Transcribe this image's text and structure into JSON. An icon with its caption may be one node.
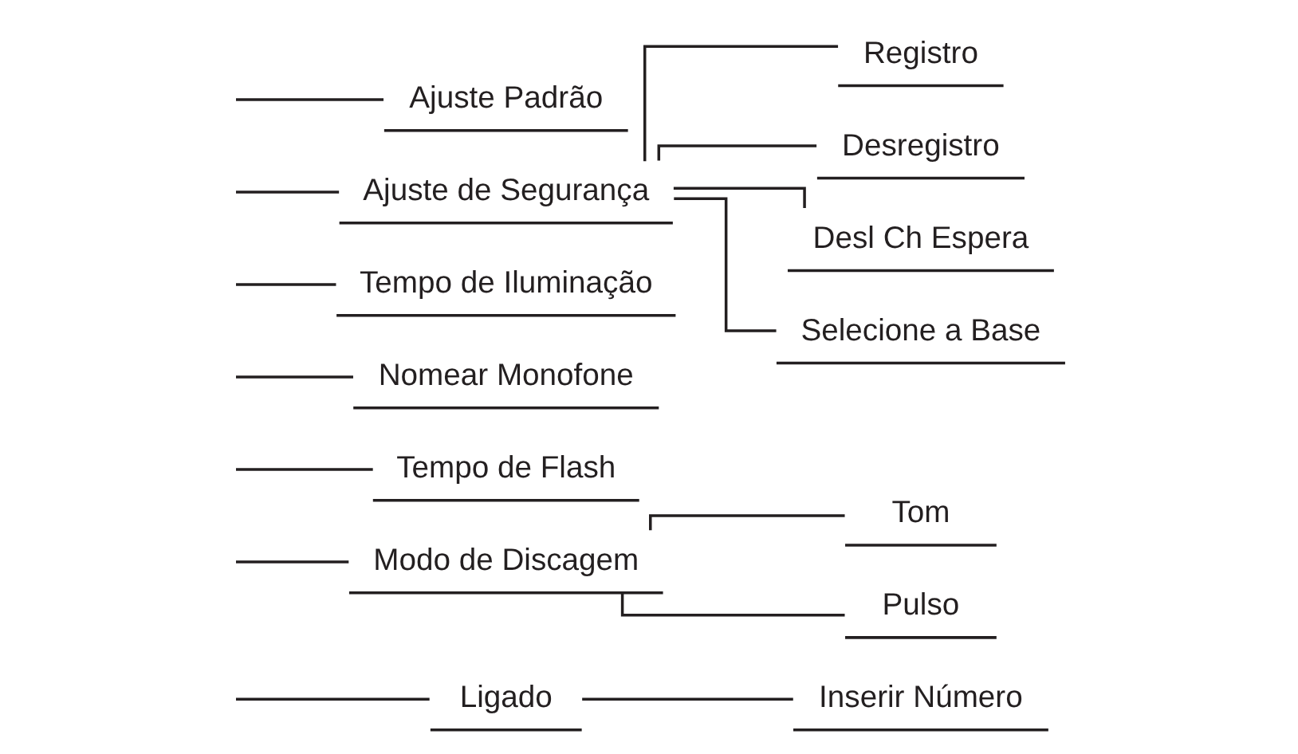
{
  "diagram": {
    "nodes": [
      {
        "text": [
          "Ligado"
        ]
      },
      {
        "text": [
          "Inserir Número"
        ]
      },
      {
        "text": [
          "Modo de Discagem"
        ]
      },
      {
        "text": [
          "Tom"
        ]
      },
      {
        "text": [
          "Pulso"
        ]
      },
      {
        "text": [
          "Tempo de Flash"
        ]
      },
      {
        "text": [
          "Nomear Monofone"
        ]
      },
      {
        "text": [
          "Tempo de Iluminação"
        ]
      },
      {
        "text": [
          "Ajuste de Segurança"
        ]
      },
      {
        "text": [
          "Registro"
        ]
      },
      {
        "text": [
          "Desregistro"
        ]
      },
      {
        "text": [
          "Desl Ch Espera"
        ]
      },
      {
        "text": [
          "Selecione a Base"
        ]
      },
      {
        "text": [
          "Ajuste Padrão"
        ]
      }
    ],
    "edges": [
      {
        "from": null,
        "to": 0,
        "arrow": "none"
      },
      {
        "from": 0,
        "to": 1,
        "arrow": "none"
      },
      {
        "from": null,
        "to": 2,
        "arrow": "none"
      },
      {
        "from": 2,
        "to": 3,
        "arrow": "none"
      },
      {
        "from": 2,
        "to": 4,
        "arrow": "none"
      },
      {
        "from": null,
        "to": 5,
        "arrow": "none"
      },
      {
        "from": null,
        "to": 6,
        "arrow": "none"
      },
      {
        "from": null,
        "to": 7,
        "arrow": "none"
      },
      {
        "from": null,
        "to": 8,
        "arrow": "none"
      },
      {
        "from": 8,
        "to": 9,
        "arrow": "none"
      },
      {
        "from": 8,
        "to": 10,
        "arrow": "none"
      },
      {
        "from": 8,
        "to": 11,
        "arrow": "none"
      },
      {
        "from": 8,
        "to": 12,
        "arrow": "none"
      },
      {
        "from": null,
        "to": 13,
        "arrow": "none"
      }
    ]
  }
}
